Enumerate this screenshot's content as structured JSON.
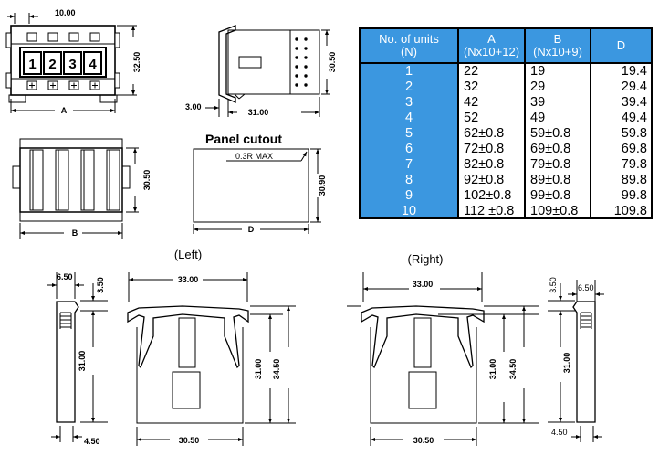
{
  "top_left": {
    "pitch": "10.00",
    "height": "32.50",
    "width_label": "A",
    "unit_numbers": [
      "1",
      "2",
      "3",
      "4"
    ]
  },
  "top_side": {
    "height": "30.50",
    "width": "31.00",
    "offset": "3.00"
  },
  "panel_cutout": {
    "title": "Panel cutout",
    "radius_note": "0.3R MAX",
    "height": "30.90",
    "width_label": "D"
  },
  "bottom_view": {
    "height": "30.50",
    "width_label": "B"
  },
  "table": {
    "headers": [
      [
        "No. of units",
        "(N)"
      ],
      [
        "A",
        "(Nx10+12)"
      ],
      [
        "B",
        "(Nx10+9)"
      ],
      [
        "D",
        ""
      ]
    ],
    "rows": [
      [
        "1",
        "22",
        "19",
        "19.4"
      ],
      [
        "2",
        "32",
        "29",
        "29.4"
      ],
      [
        "3",
        "42",
        "39",
        "39.4"
      ],
      [
        "4",
        "52",
        "49",
        "49.4"
      ],
      [
        "5",
        "62±0.8",
        "59±0.8",
        "59.8"
      ],
      [
        "6",
        "72±0.8",
        "69±0.8",
        "69.8"
      ],
      [
        "7",
        "82±0.8",
        "79±0.8",
        "79.8"
      ],
      [
        "8",
        "92±0.8",
        "89±0.8",
        "89.8"
      ],
      [
        "9",
        "102±0.8",
        "99±0.8",
        "99.8"
      ],
      [
        "10",
        "112 ±0.8",
        "109±0.8",
        "109.8"
      ]
    ]
  },
  "left_view": {
    "title": "(Left)",
    "profile_width": "6.50",
    "top_offset": "3.50",
    "profile_height": "31.00",
    "bottom_width": "4.50",
    "clip_width": "33.00",
    "body_height": "31.00",
    "total_height": "34.50",
    "body_width": "30.50"
  },
  "right_view": {
    "title": "(Right)",
    "clip_width": "33.00",
    "body_height": "31.00",
    "total_height": "34.50",
    "body_width": "30.50",
    "top_offset": "3.50",
    "profile_width": "6.50",
    "profile_height": "31.00",
    "bottom_width": "4.50"
  }
}
